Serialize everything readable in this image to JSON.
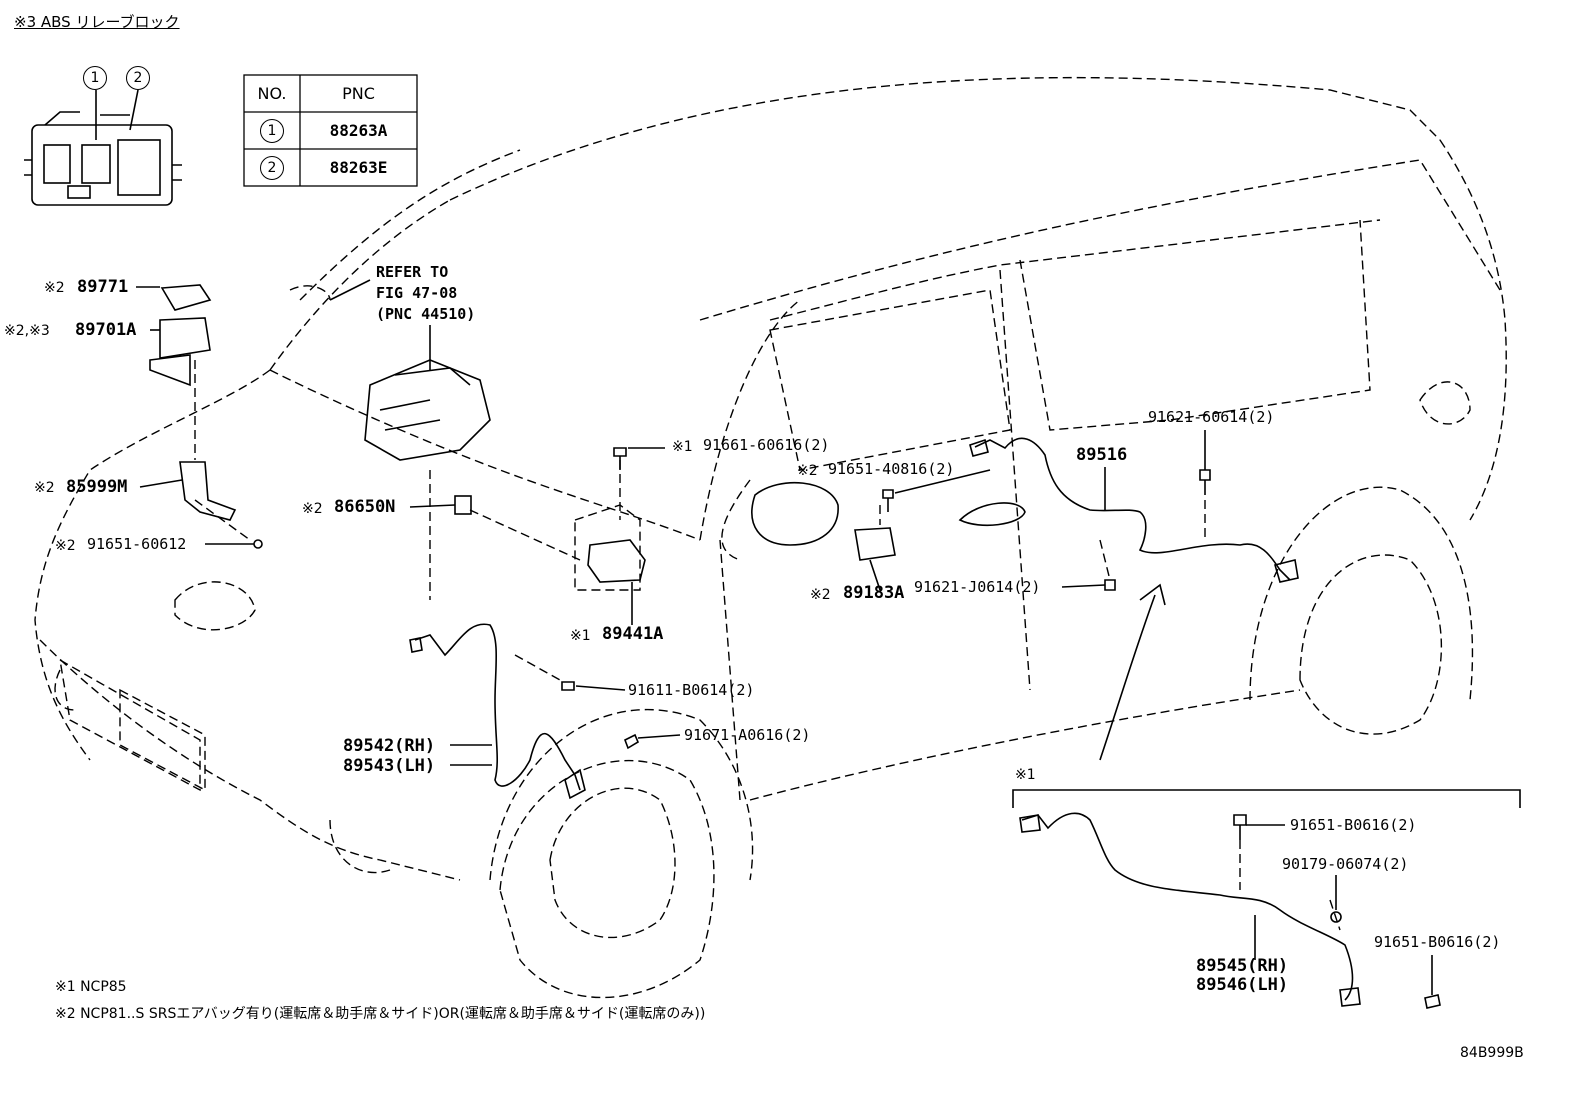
{
  "relay_block": {
    "title": "※3  ABS  リレーブロック",
    "circle_1": "1",
    "circle_2": "2"
  },
  "pnc_table": {
    "headers": [
      "NO.",
      "PNC"
    ],
    "rows": [
      {
        "no": "1",
        "pnc": "88263A"
      },
      {
        "no": "2",
        "pnc": "88263E"
      }
    ]
  },
  "refer": {
    "line1": "REFER TO",
    "line2": "FIG 47-08",
    "line3": "(PNC 44510)"
  },
  "left_parts": [
    {
      "note": "※2",
      "part": "89771"
    },
    {
      "note": "※2,※3",
      "part": "89701A"
    },
    {
      "note": "※2",
      "part": "85999M"
    },
    {
      "note": "※2",
      "part": "91651-60612"
    },
    {
      "note": "※2",
      "part": "86650N"
    }
  ],
  "center_parts": {
    "p_91661": {
      "note": "※1",
      "part": "91661-60616(2)"
    },
    "p_91651_40816": {
      "note": "※2",
      "part": "91651-40816(2)"
    },
    "p_89183A": {
      "note": "※2",
      "part": "89183A"
    },
    "p_91621_J0614": "91621-J0614(2)",
    "p_89441A": {
      "note": "※1",
      "part": "89441A"
    },
    "p_91611": "91611-B0614(2)",
    "p_91671": "91671-A0616(2)",
    "p_89542": "89542(RH)",
    "p_89543": "89543(LH)"
  },
  "rear_parts": {
    "p_89516": "89516",
    "p_91621_60614": "91621-60614(2)"
  },
  "inset": {
    "note": "※1",
    "p_91651_b0616_a": "91651-B0616(2)",
    "p_90179": "90179-06074(2)",
    "p_91651_b0616_b": "91651-B0616(2)",
    "p_89545": "89545(RH)",
    "p_89546": "89546(LH)"
  },
  "footnotes": [
    "※1  NCP85",
    "※2  NCP81..S  SRSエアバッグ有り(運転席＆助手席＆サイド)OR(運転席＆助手席＆サイド(運転席のみ))"
  ],
  "figure_code": "84B999B"
}
